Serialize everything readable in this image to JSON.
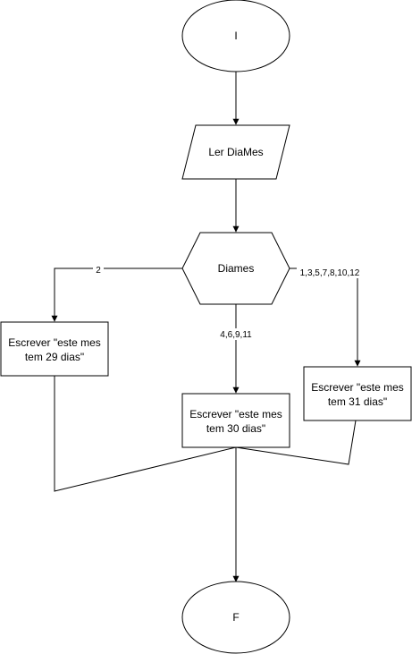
{
  "diagram": {
    "start": {
      "label": "I"
    },
    "read": {
      "label": "Ler DiaMes"
    },
    "decision": {
      "label": "Diames"
    },
    "out29": {
      "line1": "Escrever \"este mes",
      "line2": "tem 29 dias\""
    },
    "out30": {
      "line1": "Escrever \"este mes",
      "line2": "tem 30 dias\""
    },
    "out31": {
      "line1": "Escrever \"este mes",
      "line2": "tem 31 dias\""
    },
    "end": {
      "label": "F"
    },
    "edge_labels": {
      "feb": "2",
      "thirty": "4,6,9,11",
      "thirtyone": "1,3,5,7,8,10,12"
    }
  },
  "colors": {
    "stroke": "#000000",
    "fill": "#ffffff",
    "text": "#000000"
  }
}
